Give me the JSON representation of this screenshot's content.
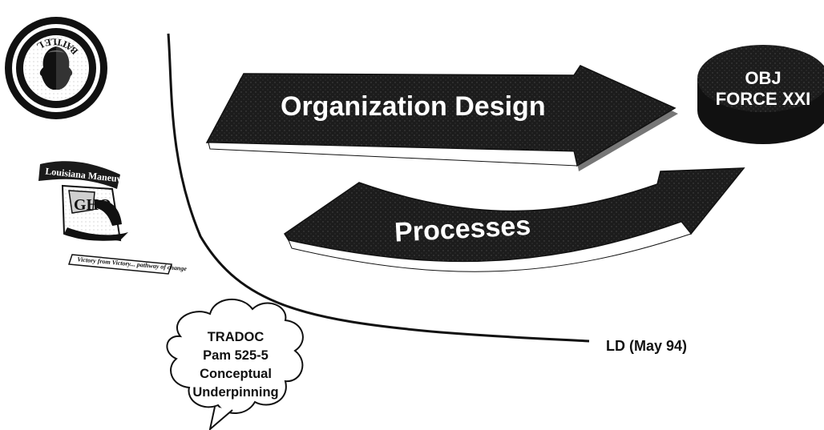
{
  "battle_labs_logo": {
    "text": "BATTLE LABS"
  },
  "louisiana_logo": {
    "banner": "Louisiana Maneuvers",
    "monogram": "GHQ",
    "motto": "Victory from Victory... pathway of change"
  },
  "arrows": {
    "organization_design": "Organization Design",
    "processes": "Processes"
  },
  "objective": {
    "line1": "OBJ",
    "line2": "FORCE XXI"
  },
  "timeline_label": "LD (May 94)",
  "cloud": {
    "lines": [
      "TRADOC",
      "Pam 525-5",
      "Conceptual",
      "Underpinning"
    ]
  },
  "colors": {
    "arrow_fill": "#1a1a1a",
    "ink": "#111111",
    "background": "#ffffff"
  }
}
